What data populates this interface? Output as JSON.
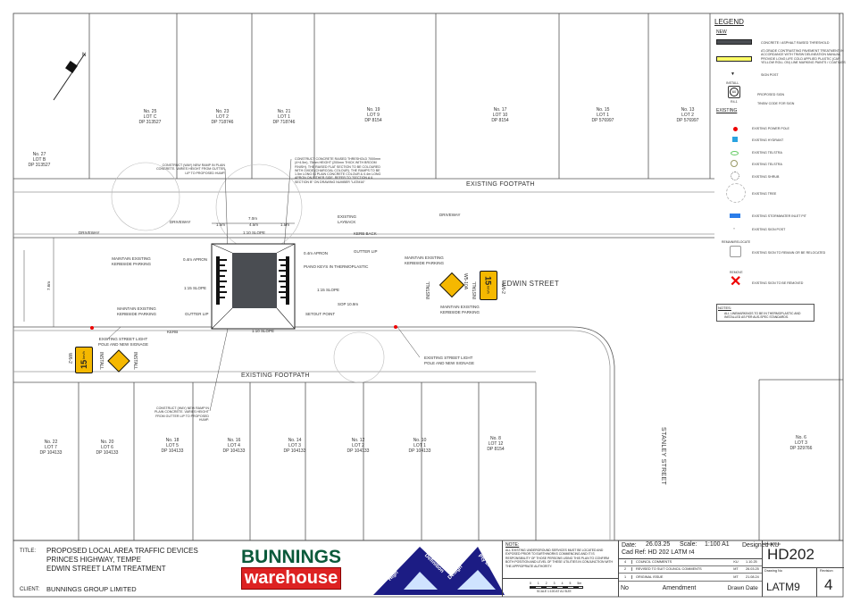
{
  "north_arrow": {
    "label": "N"
  },
  "streets": {
    "edwin": "EDWIN STREET",
    "stanley": "STANLEY STREET",
    "footpath_top": "EXISTING FOOTPATH",
    "footpath_bottom": "EXISTING FOOTPATH"
  },
  "lots_top": [
    {
      "no": "No. 27",
      "lot": "LOT B",
      "dp": "DP 313527"
    },
    {
      "no": "No. 25",
      "lot": "LOT C",
      "dp": "DP 313527"
    },
    {
      "no": "No. 23",
      "lot": "LOT 2",
      "dp": "DP 718746"
    },
    {
      "no": "No. 21",
      "lot": "LOT 1",
      "dp": "DP 718746"
    },
    {
      "no": "No. 19",
      "lot": "LOT 9",
      "dp": "DP 8154"
    },
    {
      "no": "No. 17",
      "lot": "LOT 10",
      "dp": "DP 8154"
    },
    {
      "no": "No. 15",
      "lot": "LOT 1",
      "dp": "DP 576997"
    },
    {
      "no": "No. 13",
      "lot": "LOT 2",
      "dp": "DP 576997"
    }
  ],
  "lots_bottom": [
    {
      "no": "No. 22",
      "lot": "LOT 7",
      "dp": "DP 104133"
    },
    {
      "no": "No. 20",
      "lot": "LOT 6",
      "dp": "DP 104133"
    },
    {
      "no": "No. 18",
      "lot": "LOT 5",
      "dp": "DP 104133"
    },
    {
      "no": "No. 16",
      "lot": "LOT 4",
      "dp": "DP 104133"
    },
    {
      "no": "No. 14",
      "lot": "LOT 3",
      "dp": "DP 104133"
    },
    {
      "no": "No. 12",
      "lot": "LOT 2",
      "dp": "DP 104133"
    },
    {
      "no": "No. 10",
      "lot": "LOT 1",
      "dp": "DP 104133"
    },
    {
      "no": "No. 8",
      "lot": "LOT 12",
      "dp": "DP 8154"
    },
    {
      "no": "No. 6",
      "lot": "LOT 3",
      "dp": "DP 329766"
    }
  ],
  "annotations": {
    "ramp_top": "CONSTRUCT (WAY) NEW RAMP IN PLAIN CONCRETE. VARIES HEIGHT FROM GUTTER LIP TO PROPOSED HUMP.",
    "threshold": "CONSTRUCT CONCRETE RAISED THRESHOLD 7000mm (4+4.5m), 75mm HEIGHT (200mm THICK WITH BROOM FINISH). THE RAISED FLAT SECTION TO BE COLOURED WITH OXIDE (CHARCOAL COLOUR). THE RAMPS TO BE 1.5m LONG IN PLAIN CONCRETE COLOUR & 0.4m LONG APRON ON EITHER SIDE. REFER TO \"SECTION A & SECTION B\" ON DRAWING NUMBER \"LATM16\"",
    "ramp_bottom": "CONSTRUCT (WAY) NEW RAMP IN PLAIN CONCRETE. VARIES HEIGHT FROM GUTTER LIP TO PROPOSED HUMP.",
    "driveway1": "DRIVEWAY",
    "driveway2": "DRIVEWAY",
    "driveway3": "DRIVEWAY",
    "dim_total": "7.0m",
    "dim_left": "1.5m",
    "dim_mid": "4.5m",
    "dim_right": "1.5m",
    "slope_top": "1:10 SLOPE",
    "existing_laybk": "EXISTING LAYBACK",
    "kerb_back": "KERB BACK",
    "gutter_lip_r": "GUTTER LIP",
    "apron_r": "0.4m APRON",
    "piano_keys": "PIANO KEYS IN THERMOPLASTIC",
    "slope_r": "1:15 SLOPE",
    "sop": "SOP 10.9m",
    "setout": "SETOUT POINT",
    "slope_bottom": "1:10 SLOPE",
    "kerb": "KERB",
    "gutter_lip_l": "GUTTER LIP",
    "apron_l": "0.4m APRON",
    "slope_l": "1:15 SLOPE",
    "parking_1": "MAINTAIN EXISTING KERBSIDE PARKING",
    "parking_2": "MAINTAIN EXISTING KERBSIDE PARKING",
    "parking_3": "MAINTAIN EXISTING KERBSIDE PARKING",
    "parking_4": "MAINTAIN EXISTING KERBSIDE PARKING",
    "light_1": "EXISTING STREET LIGHT POLE AND NEW SIGNAGE",
    "light_2": "EXISTING STREET LIGHT POLE AND NEW SIGNAGE",
    "road_width": "7.6m"
  },
  "signs": {
    "install": "INSTALL",
    "w5_code": "W5-10A",
    "speed": "15",
    "unit": "km/h",
    "w6_code": "W6-2"
  },
  "legend": {
    "title": "LEGEND",
    "new_heading": "NEW",
    "items_new": [
      "CONCRETE / ASPHALT RAISED THRESHOLD",
      "AT-GRADE CONTRASTING PAVEMENT TREATMENT IN ACCORDANCE WITH TfNSW DELINEATION MANUAL. PROVIDE LONG LIFE COLD APPLIED PLASTIC (CAP YELLOW ROLL ON) LINE MARKING PAINTS / COATINGS",
      "SIGN POST",
      "PROPOSED SIGN",
      "TfNSW CODE FOR SIGN"
    ],
    "install": "INSTALL",
    "sign_speed": "60",
    "sign_code": "R4-1",
    "existing_heading": "EXISTING",
    "items_existing": [
      "EXISTING POWER POLE",
      "EXISTING HYDRANT",
      "EXISTING TELSTRA",
      "EXISTING TELSTRA",
      "EXISTING SHRUB",
      "EXISTING TREE",
      "EXISTING STORMWATER INLET PIT",
      "EXISTING SIGN POST",
      "EXISTING SIGN TO REMAIN OR BE RELOCATED",
      "EXISTING SIGN TO BE REMOVED"
    ],
    "remain_label": "REMAIN/RELOCATE",
    "remove_label": "REMOVE",
    "notes_heading": "NOTES:",
    "note": "ALL LINEMARKINGS TO BE IN THERMOPLASTIC AND INSTALLED AS PER AUS-SPEC STANDARDS."
  },
  "title_block": {
    "title_label": "TITLE:",
    "title_lines": [
      "PROPOSED LOCAL AREA TRAFFIC DEVICES",
      "PRINCES HIGHWAY, TEMPE",
      "EDWIN STREET LATM TREATMENT"
    ],
    "client_label": "CLIENT:",
    "client": "BUNNINGS GROUP LIMITED",
    "logo_bunnings_top": "BUNNINGS",
    "logo_bunnings_bottom": "warehouse",
    "logo_hdd": "High Definition Design Pty Ltd",
    "note_heading": "NOTE:",
    "note_text": "ALL EXISTING UNDERGROUND SERVICES MUST BE LOCATED AND EXPOSED PRIOR TO EARTHWORKS COMMENCING AND IT IS RESPONSIBILITY OF THOSE PERSONS USING THIS PLAN TO CONFIRM BOTH POSITION AND LEVEL OF THESE UTILITIES IN CONJUNCTION WITH THE APPROPRIATE AUTHORITY.",
    "scale_ticks": [
      "0",
      "1",
      "2",
      "3",
      "4",
      "5",
      "5m"
    ],
    "scale_caption": "SCALE 1:100 AT A1 SIZE",
    "date_label": "Date:",
    "date": "26.03.25",
    "scale_label": "Scale:",
    "scale": "1:100 A1",
    "designed_label": "Designed",
    "designed": "KU",
    "cadref_label": "Cad Ref:",
    "cadref": "HD 202 LATM r4",
    "amendments": [
      {
        "no": "4",
        "text": "COUNCIL COMMENTS",
        "drawn": "KU",
        "date": "1.10.25"
      },
      {
        "no": "2",
        "text": "REVISED TO SUIT COUNCIL COMMENTS",
        "drawn": "MT",
        "date": "26.03.25"
      },
      {
        "no": "1",
        "text": "ORIGINAL ISSUE",
        "drawn": "MT",
        "date": "21.08.24"
      }
    ],
    "col_no": "No",
    "col_amend": "Amendment",
    "col_drawn": "Drawn",
    "col_date": "Date",
    "project_label": "Project No",
    "project": "HD202",
    "drawing_label": "Drawing No",
    "drawing": "LATM9",
    "revision_label": "Revision",
    "revision": "4"
  }
}
